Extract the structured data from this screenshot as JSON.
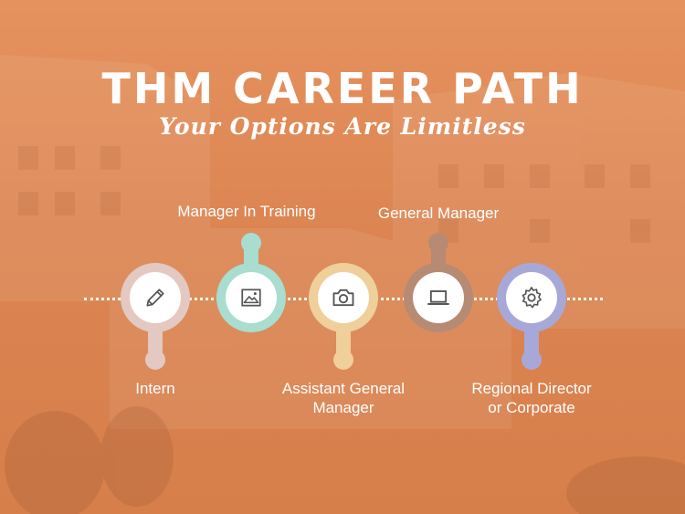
{
  "header": {
    "title": "THM CAREER PATH",
    "subtitle": "Your Options Are Limitless"
  },
  "steps": [
    {
      "label": "Intern",
      "icon": "pencil-icon",
      "color": "#e3c9c1"
    },
    {
      "label": "Manager In Training",
      "icon": "image-icon",
      "color": "#a8ddd0"
    },
    {
      "label": "Assistant General Manager",
      "icon": "camera-icon",
      "color": "#efcf9a"
    },
    {
      "label": "General Manager",
      "icon": "laptop-icon",
      "color": "#b78a73"
    },
    {
      "label": "Regional Director or Corporate",
      "icon": "gear-icon",
      "color": "#a8a8d8"
    }
  ],
  "label_lines": {
    "intern": "Intern",
    "mit": "Manager In Training",
    "agm_1": "Assistant General",
    "agm_2": "Manager",
    "gm": "General Manager",
    "rd_1": "Regional Director",
    "rd_2": "or Corporate"
  },
  "colors": {
    "background": "#dc8552",
    "text": "#ffffff"
  }
}
